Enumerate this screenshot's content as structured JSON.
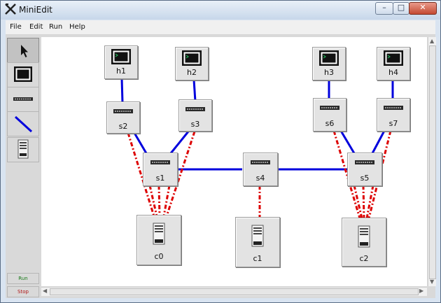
{
  "window": {
    "title": "MiniEdit",
    "controls": {
      "minimize": "–",
      "maximize": "□",
      "close": "✕"
    }
  },
  "menu": {
    "file": "File",
    "edit": "Edit",
    "run": "Run",
    "help": "Help"
  },
  "toolbar": {
    "tools": [
      "select-tool",
      "host-tool",
      "switch-tool",
      "link-tool",
      "controller-tool"
    ],
    "run_label": "Run",
    "stop_label": "Stop"
  },
  "topology": {
    "hosts": [
      "h1",
      "h2",
      "h3",
      "h4"
    ],
    "switches": [
      "s1",
      "s2",
      "s3",
      "s4",
      "s5",
      "s6",
      "s7"
    ],
    "controllers": [
      "c0",
      "c1",
      "c2"
    ],
    "data_links": [
      [
        "h1",
        "s2"
      ],
      [
        "h2",
        "s3"
      ],
      [
        "h3",
        "s6"
      ],
      [
        "h4",
        "s7"
      ],
      [
        "s2",
        "s1"
      ],
      [
        "s3",
        "s1"
      ],
      [
        "s1",
        "s4"
      ],
      [
        "s4",
        "s5"
      ],
      [
        "s6",
        "s5"
      ],
      [
        "s7",
        "s5"
      ]
    ],
    "control_links": [
      [
        "c0",
        "s1"
      ],
      [
        "c0",
        "s2"
      ],
      [
        "c0",
        "s3"
      ],
      [
        "c1",
        "s4"
      ],
      [
        "c2",
        "s5"
      ],
      [
        "c2",
        "s6"
      ],
      [
        "c2",
        "s7"
      ]
    ]
  },
  "colors": {
    "data_link": "#0000dd",
    "control_link": "#dd0000",
    "run_text": "#1a7a1a",
    "stop_text": "#b01818",
    "host_screen_glyph": "#22c55e"
  }
}
